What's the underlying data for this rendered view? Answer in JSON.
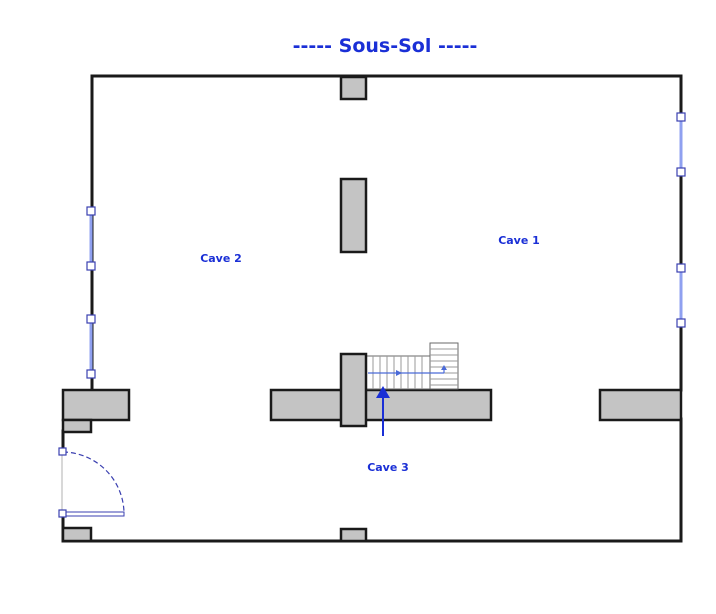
{
  "title": "----- Sous-Sol -----",
  "rooms": {
    "cave1": "Cave 1",
    "cave2": "Cave 2",
    "cave3": "Cave 3"
  },
  "colors": {
    "label": "#1a2fd6",
    "wall": "#1a1a1a",
    "pillar_fill": "#c4c4c4",
    "window": "#8fa0f0",
    "arrow": "#1a2fd6"
  }
}
